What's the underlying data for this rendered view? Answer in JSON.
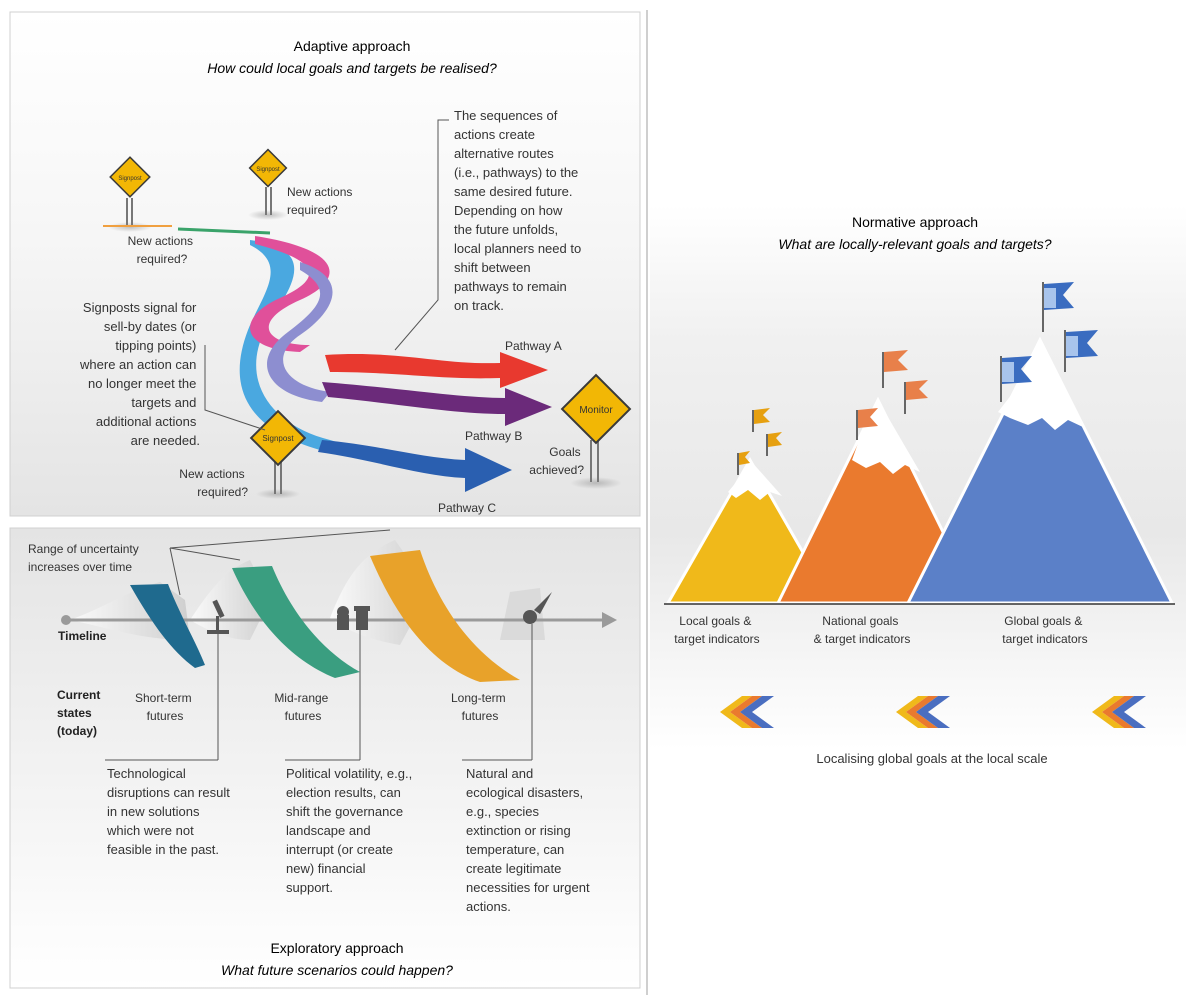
{
  "adaptive": {
    "title": "Adaptive approach",
    "subtitle": "How could local goals and targets be realised?",
    "signpost_sign_label": "Signpost",
    "monitor_sign_label": "Monitor",
    "new_actions_1": [
      "New actions",
      "required?"
    ],
    "new_actions_2": [
      "New actions",
      "required?"
    ],
    "new_actions_3": [
      "New actions",
      "required?"
    ],
    "signposts_note": [
      "Signposts signal for",
      "sell-by dates (or",
      "tipping points)",
      "where an action can",
      "no longer meet the",
      "targets and",
      "additional actions",
      "are needed."
    ],
    "sequences_note": [
      "The sequences of",
      "actions create",
      "alternative routes",
      "(i.e., pathways) to the",
      "same desired future.",
      "Depending on how",
      "the future unfolds,",
      "local planners need to",
      "shift between",
      "pathways to remain",
      "on track."
    ],
    "pathway_a": "Pathway A",
    "pathway_b": "Pathway B",
    "pathway_c": "Pathway C",
    "goals_achieved": [
      "Goals",
      "achieved?"
    ]
  },
  "exploratory": {
    "range_note": [
      "Range of uncertainty",
      "increases over time"
    ],
    "timeline": "Timeline",
    "current_states": [
      "Current",
      "states",
      "(today)"
    ],
    "short_term": [
      "Short-term",
      "futures"
    ],
    "mid_range": [
      "Mid-range",
      "futures"
    ],
    "long_term": [
      "Long-term",
      "futures"
    ],
    "tech_note": [
      "Technological",
      "disruptions can result",
      "in new solutions",
      "which were not",
      "feasible in the past."
    ],
    "political_note": [
      "Political volatility, e.g.,",
      "election results, can",
      "shift the governance",
      "landscape and",
      "interrupt (or create",
      "new) financial",
      "support."
    ],
    "natural_note": [
      "Natural and",
      "ecological disasters,",
      "e.g., species",
      "extinction or rising",
      "temperature, can",
      "create legitimate",
      "necessities for urgent",
      "actions."
    ],
    "title": "Exploratory approach",
    "subtitle": "What future scenarios could happen?"
  },
  "normative": {
    "title": "Normative approach",
    "subtitle": "What are locally-relevant goals and targets?",
    "local_label": [
      "Local goals &",
      "target indicators"
    ],
    "national_label": [
      "National goals",
      "& target indicators"
    ],
    "global_label": [
      "Global goals &",
      "target indicators"
    ],
    "footer": "Localising global goals at the local scale"
  },
  "colors": {
    "pathway_a": "#e8392f",
    "pathway_b": "#6b2a7a",
    "pathway_c": "#2a5fb0",
    "sign_yellow": "#f2b705",
    "local_mountain": "#f0b91a",
    "national_mountain": "#ea7a2e",
    "global_mountain": "#5b80c8"
  }
}
